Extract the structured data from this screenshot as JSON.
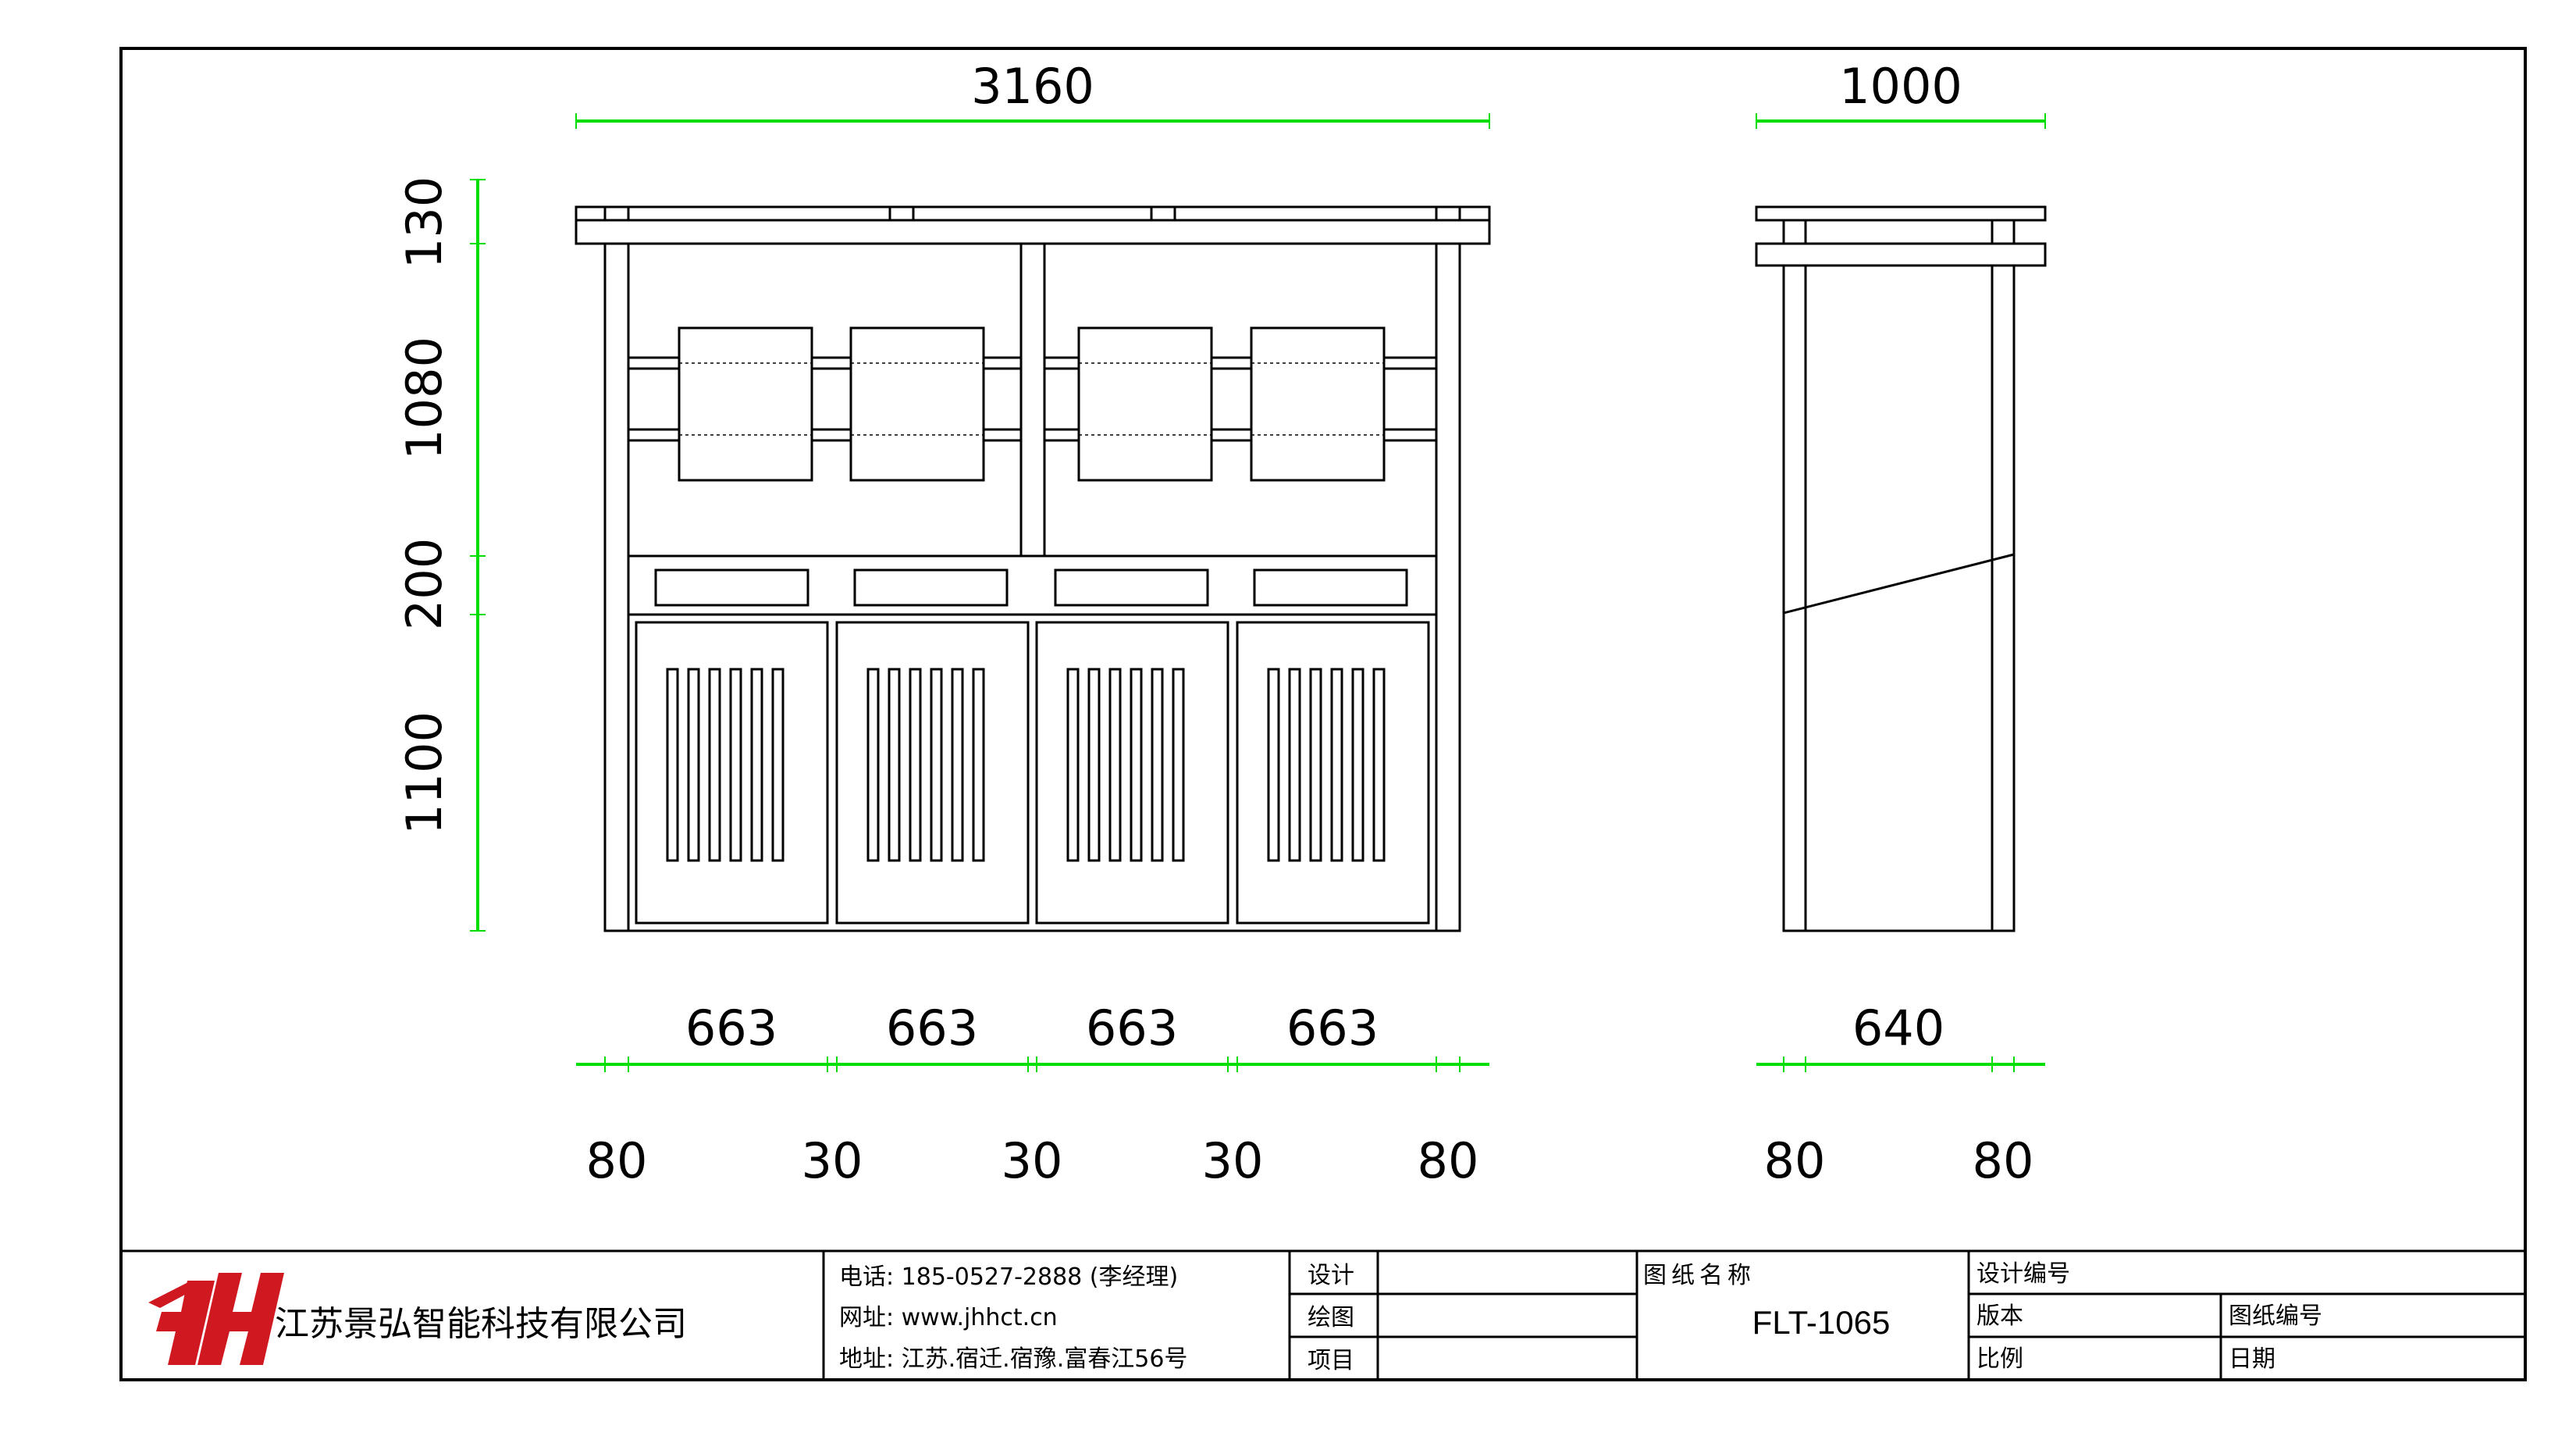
{
  "dimensions": {
    "front_width": "3160",
    "side_width": "1000",
    "heights": [
      "130",
      "1080",
      "200",
      "1100"
    ],
    "door_widths": [
      "663",
      "663",
      "663",
      "663"
    ],
    "side_inner_width": "640",
    "post_gaps": [
      "80",
      "30",
      "30",
      "30",
      "80"
    ],
    "side_post_gaps": [
      "80",
      "80"
    ]
  },
  "title_block": {
    "company": "江苏景弘智能科技有限公司",
    "logo_text": "JH",
    "phone": "电话: 185-0527-2888 (李经理)",
    "website": "网址: www.jhhct.cn",
    "address": "地址: 江苏.宿迁.宿豫.富春江56号",
    "label_design": "设计",
    "label_draw": "绘图",
    "label_project": "项目",
    "label_drawing_name": "图纸名称",
    "drawing_name": "FLT-1065",
    "label_design_no": "设计编号",
    "label_version": "版本",
    "label_drawing_no": "图纸编号",
    "label_scale": "比例",
    "label_date": "日期"
  },
  "colors": {
    "line": "#000000",
    "dimension": "#00dd00",
    "logo": "#d01820"
  }
}
